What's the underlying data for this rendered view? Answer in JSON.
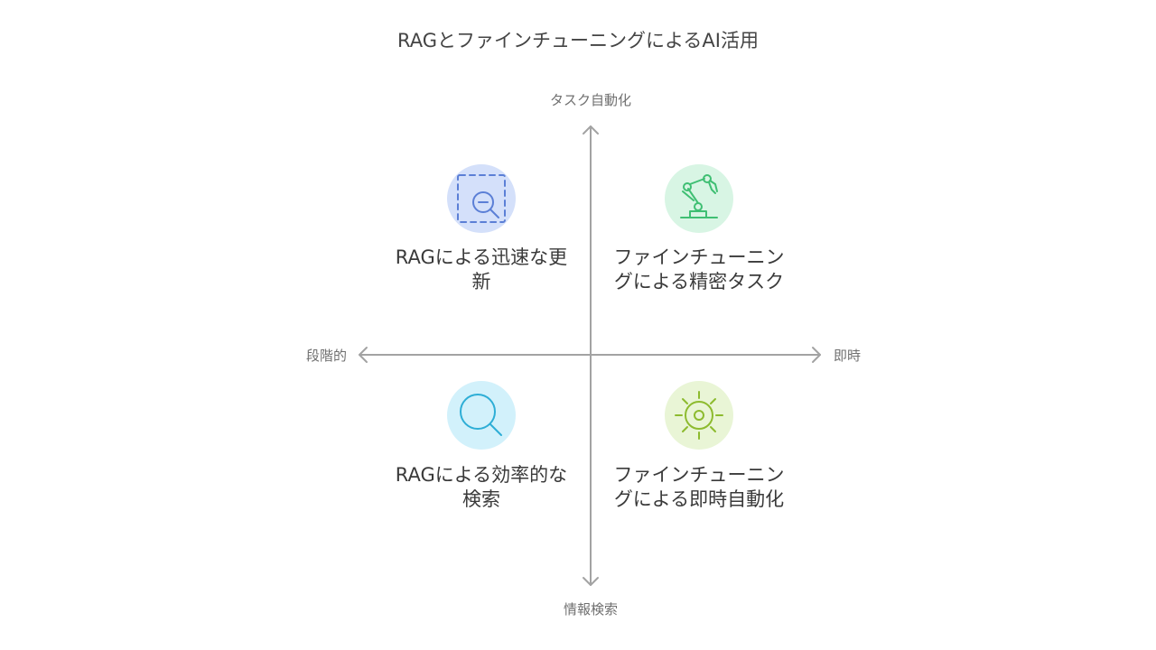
{
  "title": "RAGとファインチューニングによるAI活用",
  "axes": {
    "top": "タスク自動化",
    "bottom": "情報検索",
    "left": "段階的",
    "right": "即時"
  },
  "quadrants": {
    "top_left": {
      "label": "RAGによる迅速な更新",
      "icon": "search-select-icon",
      "color": "#5b7fd6"
    },
    "top_right": {
      "label": "ファインチューニングによる精密タスク",
      "icon": "robot-arm-icon",
      "color": "#3fbf73"
    },
    "bottom_left": {
      "label": "RAGによる効率的な検索",
      "icon": "magnifier-icon",
      "color": "#2eaed6"
    },
    "bottom_right": {
      "label": "ファインチューニングによる即時自動化",
      "icon": "gear-sun-icon",
      "color": "#8dbb2f"
    }
  }
}
